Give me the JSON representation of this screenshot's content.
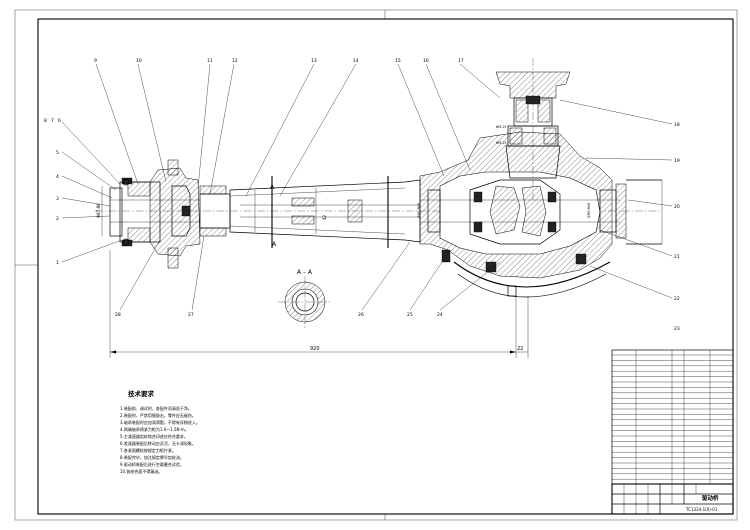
{
  "title_block": {
    "part_name": "驱动桥",
    "drawing_number": "TC1324-1(0)-01"
  },
  "section_label": "A – A",
  "cut_marks": [
    "A",
    "A"
  ],
  "dimensions": {
    "overall_left": "920",
    "right_part": "22"
  },
  "technical_requirements": {
    "heading": "技术要求",
    "items": [
      "1.装配前、调试时，各配件须清洗干净。",
      "2.装配时，严禁用锤敲击，零件应无碰伤。",
      "3.轴承装配时应加润滑脂，不得有异物进入。",
      "4.两端轴承预紧力矩为1.0～1.5N·m。",
      "5.主减速器齿轮啮合印迹应符合要求。",
      "6.差速器装配后转动应灵活，无卡滞现象。",
      "7.各紧固螺栓按规定力矩拧紧。",
      "8.装配完毕，加注规定牌号齿轮油。",
      "9.驱动桥装配后进行空载磨合试验。",
      "10.各结合面不得漏油。"
    ]
  },
  "balloons_top": [
    "8",
    "7",
    "6",
    "9",
    "10",
    "11",
    "12",
    "13",
    "14",
    "15",
    "16",
    "17"
  ],
  "balloons_left": [
    "5",
    "4",
    "3",
    "2",
    "1"
  ],
  "balloons_right": [
    "18",
    "19",
    "20",
    "21",
    "22"
  ],
  "balloons_bottom": [
    "28",
    "27",
    "26",
    "25",
    "24",
    "23"
  ]
}
